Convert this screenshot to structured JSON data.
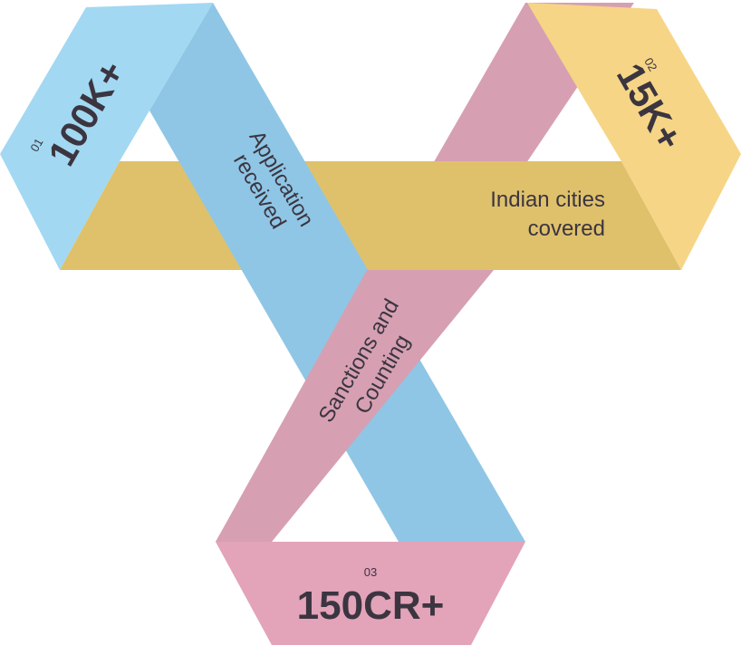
{
  "stats": [
    {
      "index": "01",
      "value": "100K+",
      "caption_lines": [
        "Application",
        "received"
      ]
    },
    {
      "index": "02",
      "value": "15K+",
      "caption_lines": [
        "Indian cities",
        "covered"
      ]
    },
    {
      "index": "03",
      "value": "150CR+",
      "caption_lines": [
        "Sanctions and",
        "Counting"
      ]
    }
  ],
  "colors": {
    "blue_light": "#a2d8f2",
    "blue_band": "#8fc6e5",
    "yellow_light": "#f6d586",
    "yellow_band": "#dfc16c",
    "pink_light": "#e3a3b9",
    "pink_band": "#d6a0b2",
    "text": "#3b3540"
  }
}
